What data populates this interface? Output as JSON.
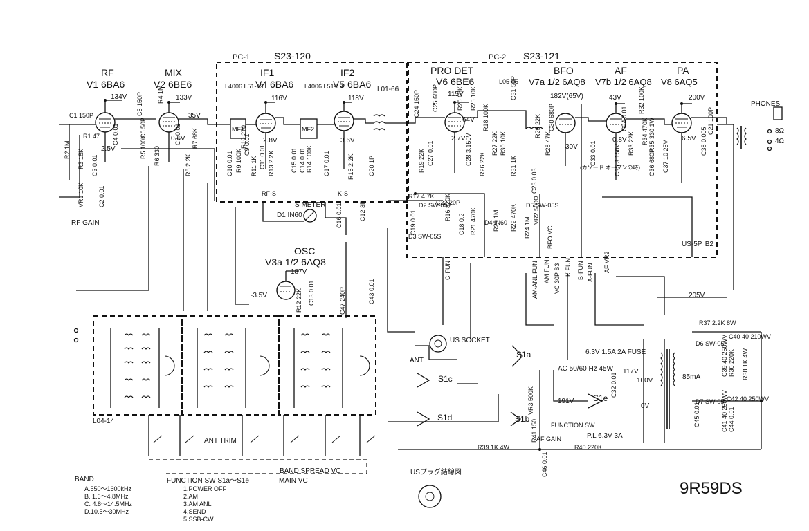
{
  "boards": {
    "pc1_label": "PC-1",
    "pc1_code": "S23-120",
    "pc2_label": "PC-2",
    "pc2_code": "S23-121"
  },
  "stages": [
    {
      "name": "RF",
      "tube": "V1 6BA6"
    },
    {
      "name": "MIX",
      "tube": "V2 6BE6"
    },
    {
      "name": "IF1",
      "tube": "V4 6BA6"
    },
    {
      "name": "IF2",
      "tube": "V5 6BA6"
    },
    {
      "name": "PRO DET",
      "tube": "V6 6BE6"
    },
    {
      "name": "BFO",
      "tube": "V7a 1/2 6AQ8"
    },
    {
      "name": "AF",
      "tube": "V7b 1/2 6AQ8"
    },
    {
      "name": "PA",
      "tube": "V8 6AQ5"
    },
    {
      "name": "OSC",
      "tube": "V3a 1/2 6AQ8"
    }
  ],
  "voltages": [
    "134V",
    "133V",
    "35V",
    "116V",
    "118V",
    "115V",
    "182V(65V)",
    "43V",
    "200V",
    "187V",
    "205V",
    "191V",
    "117V",
    "100V",
    "0V",
    "-3.5V",
    "6.5V",
    "0.8V",
    "2.5V",
    "2.8V",
    "3.6V",
    "2.7V",
    "0.6V",
    "30V",
    "64V"
  ],
  "ifts": {
    "if1_name": "L4006 L51-19",
    "if2_name": "L4006 L51-19",
    "mf1": "MF1",
    "mf2": "MF2",
    "l01": "L01-66",
    "l05": "L05-05",
    "l04": "L04-14"
  },
  "components": [
    "C1 150P",
    "R1 47",
    "R2 1M",
    "R3 18K",
    "C3 0.01",
    "C4 0.01",
    "VR1 10K",
    "C2 0.01",
    "C5 150P",
    "R4 1M",
    "R5 100K",
    "R6 330",
    "C6 50P",
    "C7 0.01",
    "R7 68K",
    "R8 2.2K",
    "R9 100K",
    "R10 270",
    "R11 1K",
    "C10 0.01",
    "C9 0.01",
    "C11 0.01",
    "R13 2.2K",
    "C15 0.01",
    "C14 0.01",
    "R14 100K",
    "C17 0.01",
    "R15 2.2K",
    "C20 1P",
    "C24 150P",
    "C25 680P",
    "R20 68K",
    "R25 10K",
    "R18 100K",
    "R19 22K",
    "C27 0.01",
    "C28 3.150V",
    "R26 22K",
    "R27 22K",
    "R30 10K",
    "C31 50P",
    "C30 680P",
    "R29 22K",
    "R28 47K",
    "R31 1K",
    "C33 0.01",
    "C34 0.01",
    "R32 100K",
    "R33 22K",
    "C35 3 150V",
    "C36 680P",
    "R34 470K",
    "R35 330 1W",
    "C37 10 25V",
    "C38 0.005",
    "C21 100P",
    "R17 4.7K",
    "C22 20P",
    "C19 0.01",
    "R16 820K",
    "C18 0.2",
    "R21 470K",
    "R22 470K",
    "R23 1M",
    "C23 0.03",
    "R24 1M",
    "VR2 500Ω",
    "C16 0.01",
    "C12 3P",
    "R12 22K",
    "C13 0.01",
    "C47 240P",
    "C43 0.01",
    "R37 2.2K 8W",
    "C40 40 210WV",
    "C39 40 250WV",
    "R36 220K",
    "R38 1K 4W",
    "C42 40 250WV",
    "C41 40 250WV",
    "C44 0.01",
    "C45 0.01",
    "C32 0.01",
    "VR3 500K",
    "R41 150",
    "R39 1K 4W",
    "R40 220K",
    "C46 0.01"
  ],
  "labels": {
    "d1": "D1 IN60",
    "s_meter": "S METER",
    "d2": "D2 SW-05S",
    "d3": "D3 SW-05S",
    "d4": "D4 IN60",
    "d5": "D5 SW-05S",
    "d6": "D6 SW-05",
    "d7": "D7 SW-05",
    "rf_gain": "RF GAIN",
    "phones": "PHONES",
    "out8": "8Ω",
    "out4": "4Ω",
    "us_socket": "US SOCKET",
    "ant": "ANT",
    "ant_trim": "ANT TRIM",
    "band_spread": "BAND SPREAD VC",
    "main_vc": "MAIN VC",
    "function_sw": "FUNCTION SW",
    "af_gain": "AF GAIN",
    "fuse": "6.3V 1.5A 2A FUSE",
    "ac_input": "AC 50/60 Hz 45W",
    "ma": "85mA",
    "pilot": "P.L 6.3V 3A",
    "us5p": "US-5P, B2",
    "japanese_note": "(カソード オープンの時)",
    "us_plug_note": "USプラグ結線図",
    "rfs": "RF-S",
    "ks": "K-S",
    "cfun": "C-FUN",
    "am_anl_fun": "AM-ANL FUN",
    "am_fun": "AM FUN",
    "kfun": "K FUN",
    "bfun": "B-FUN",
    "afun": "A-FUN",
    "bfo_vc": "BFO VC",
    "af_vr": "AF VR2",
    "vc30p": "VC 30P B3"
  },
  "switch_sections": [
    "S1a",
    "S1b",
    "S1c",
    "S1d",
    "S1e"
  ],
  "band_legend": {
    "title": "BAND",
    "items": [
      "A.550～1600kHz",
      "B. 1.6～4.8MHz",
      "C. 4.8～14.5MHz",
      "D.10.5～30MHz"
    ]
  },
  "function_legend": {
    "title": "FUNCTION SW S1a～S1e",
    "items": [
      "1.POWER OFF",
      "2.AM",
      "3.AM ANL",
      "4.SEND",
      "5.SSB-CW"
    ]
  },
  "model": "9R59DS"
}
